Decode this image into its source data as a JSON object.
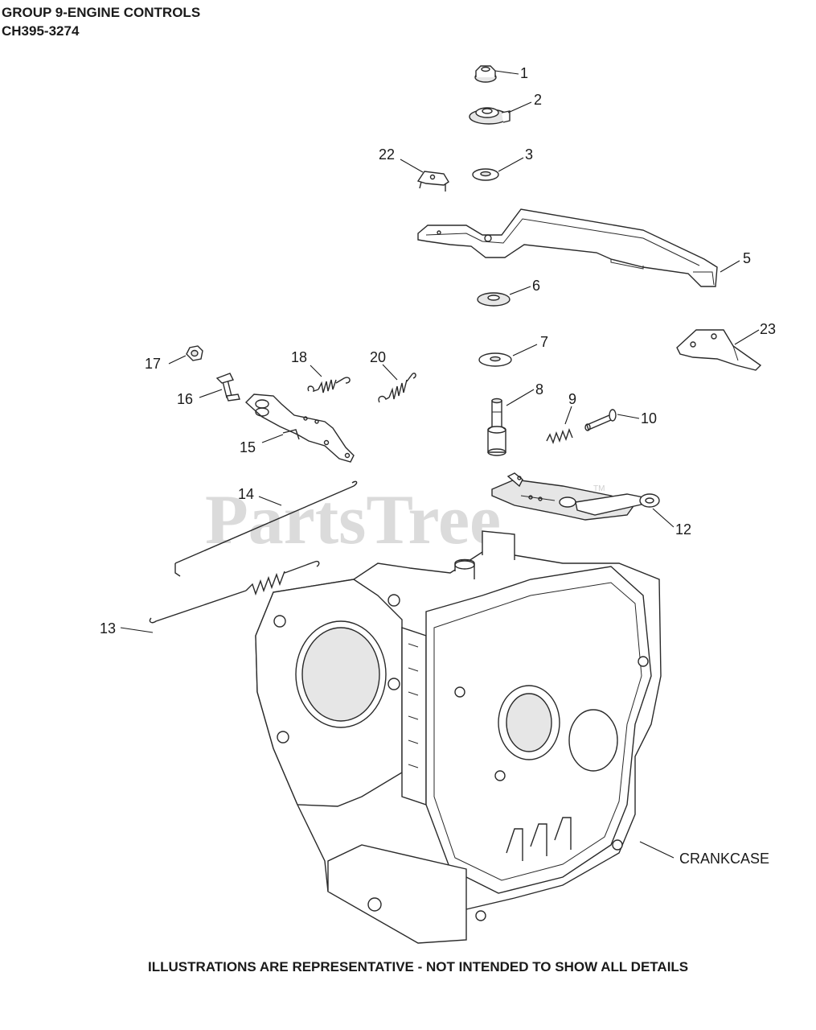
{
  "header": {
    "title": "GROUP 9-ENGINE CONTROLS",
    "model": "CH395-3274"
  },
  "watermark": {
    "text": "PartsTree",
    "tm": "TM"
  },
  "footer": {
    "note": "ILLUSTRATIONS ARE REPRESENTATIVE - NOT INTENDED TO SHOW ALL DETAILS"
  },
  "callouts": {
    "c1": "1",
    "c2": "2",
    "c3": "3",
    "c5": "5",
    "c6": "6",
    "c7": "7",
    "c8": "8",
    "c9": "9",
    "c10": "10",
    "c12": "12",
    "c13": "13",
    "c14": "14",
    "c15": "15",
    "c16": "16",
    "c17": "17",
    "c18": "18",
    "c20": "20",
    "c22": "22",
    "c23": "23",
    "crankcase": "CRANKCASE"
  }
}
